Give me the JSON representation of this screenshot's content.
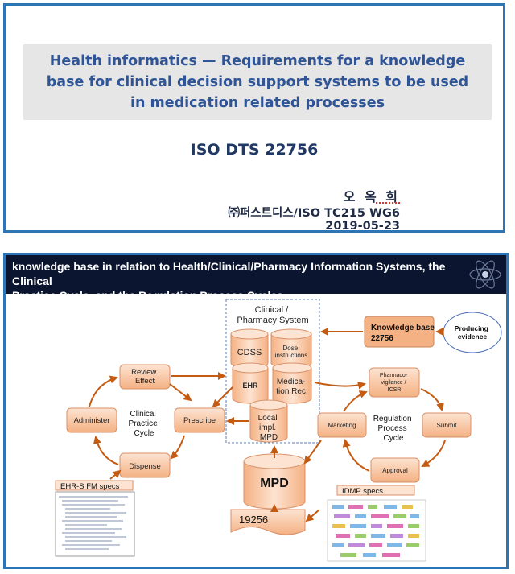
{
  "slide1": {
    "title_lines": [
      "Health informatics — Requirements for a knowledge",
      "base for clinical decision support systems to be used",
      "in medication related processes"
    ],
    "iso_number": "ISO DTS 22756",
    "author_name": "오 옥 희",
    "author_org": "㈜퍼스트디스/ISO TC215 WG6",
    "date": "2019-05-23"
  },
  "slide2": {
    "header_lines": [
      "knowledge base in relation to Health/Clinical/Pharmacy Information Systems, the Clinical",
      "Practice Cycle, and the Regulation Process Cycles"
    ],
    "system_title_lines": [
      "Clinical /",
      "Pharmacy System"
    ],
    "cdss": "CDSS",
    "dose_lines": [
      "Dose",
      "instructions"
    ],
    "ehr": "EHR",
    "medication_lines": [
      "Medica-",
      "tion Rec."
    ],
    "local_mpd_lines": [
      "Local",
      "impl.",
      "MPD"
    ],
    "knowledge_base_lines": [
      "Knowledge base",
      "22756"
    ],
    "producing_lines": [
      "Producing",
      "evidence"
    ],
    "review_lines": [
      "Review",
      "Effect"
    ],
    "prescribe": "Prescribe",
    "administer": "Administer",
    "dispense": "Dispense",
    "clinical_cycle_lines": [
      "Clinical",
      "Practice",
      "Cycle"
    ],
    "pharmaco_lines": [
      "Pharmaco-",
      "vigilance /",
      "ICSR"
    ],
    "marketing": "Marketing",
    "regulation_cycle_lines": [
      "Regulation",
      "Process",
      "Cycle"
    ],
    "submit": "Submit",
    "approval": "Approval",
    "mpd": "MPD",
    "ehrs_label": "EHR-S FM specs",
    "idmp_label": "IDMP specs",
    "doc_19256": "19256"
  },
  "colors": {
    "title_blue": "#2f5597",
    "frame_blue": "#2e75b6",
    "header_bg": "#0b1530",
    "box_fill": "#f8cbad",
    "box_stroke": "#d9926a",
    "arrow": "#c55a11"
  }
}
